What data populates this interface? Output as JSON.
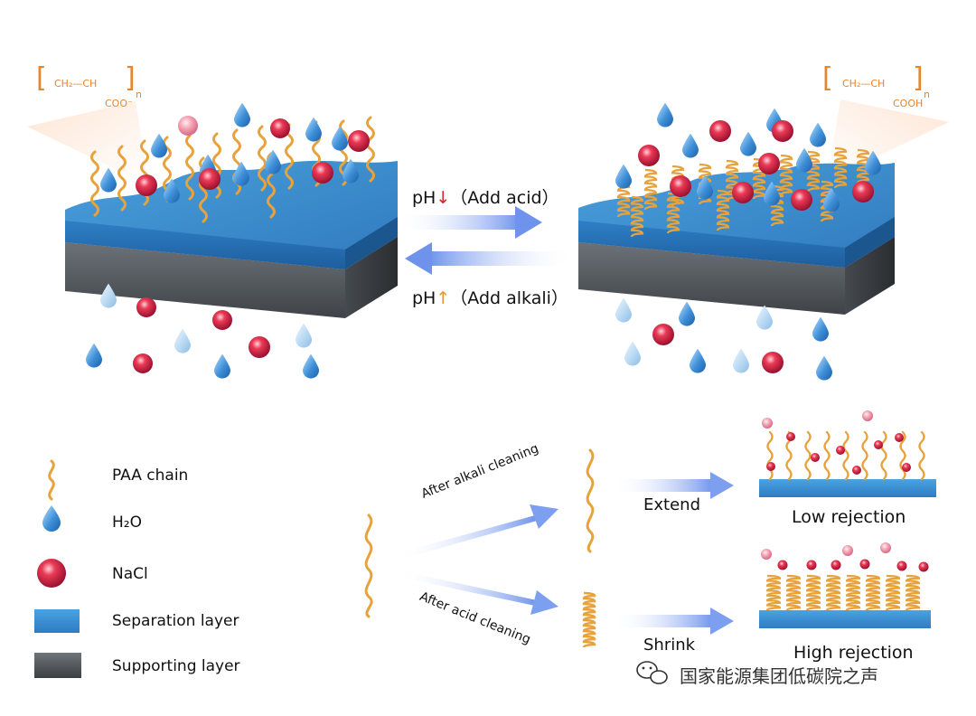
{
  "formulas": {
    "left": {
      "main": "CH₂—CH",
      "sub": "COO⁻",
      "n": "n"
    },
    "right": {
      "main": "CH₂—CH",
      "sub": "COOH",
      "n": "n"
    }
  },
  "arrows": {
    "forward": {
      "prefix": "pH",
      "symbol": "↓",
      "text": "（Add acid）"
    },
    "backward": {
      "prefix": "pH",
      "symbol": "↑",
      "text": "（Add alkali）"
    }
  },
  "legend": [
    {
      "icon": "paa-chain-icon",
      "label": "PAA chain"
    },
    {
      "icon": "water-drop-icon",
      "label": "H₂O"
    },
    {
      "icon": "nacl-sphere-icon",
      "label": "NaCl"
    },
    {
      "icon": "separation-layer-swatch",
      "label": "Separation layer"
    },
    {
      "icon": "supporting-layer-swatch",
      "label": "Supporting layer"
    }
  ],
  "process": {
    "alkali_label": "After alkali cleaning",
    "acid_label": "After acid cleaning",
    "extend_label": "Extend",
    "shrink_label": "Shrink",
    "low_label": "Low rejection",
    "high_label": "High rejection"
  },
  "watermark": {
    "text": "国家能源集团低碳院之声",
    "icon": "wechat-icon"
  },
  "colors": {
    "separation": "#3f8fd0",
    "support": "#555a5f",
    "chain": "#e8a23c",
    "nacl": "#d8273a",
    "water": "#3d8fd8",
    "arrow": "#7d9ff0"
  }
}
